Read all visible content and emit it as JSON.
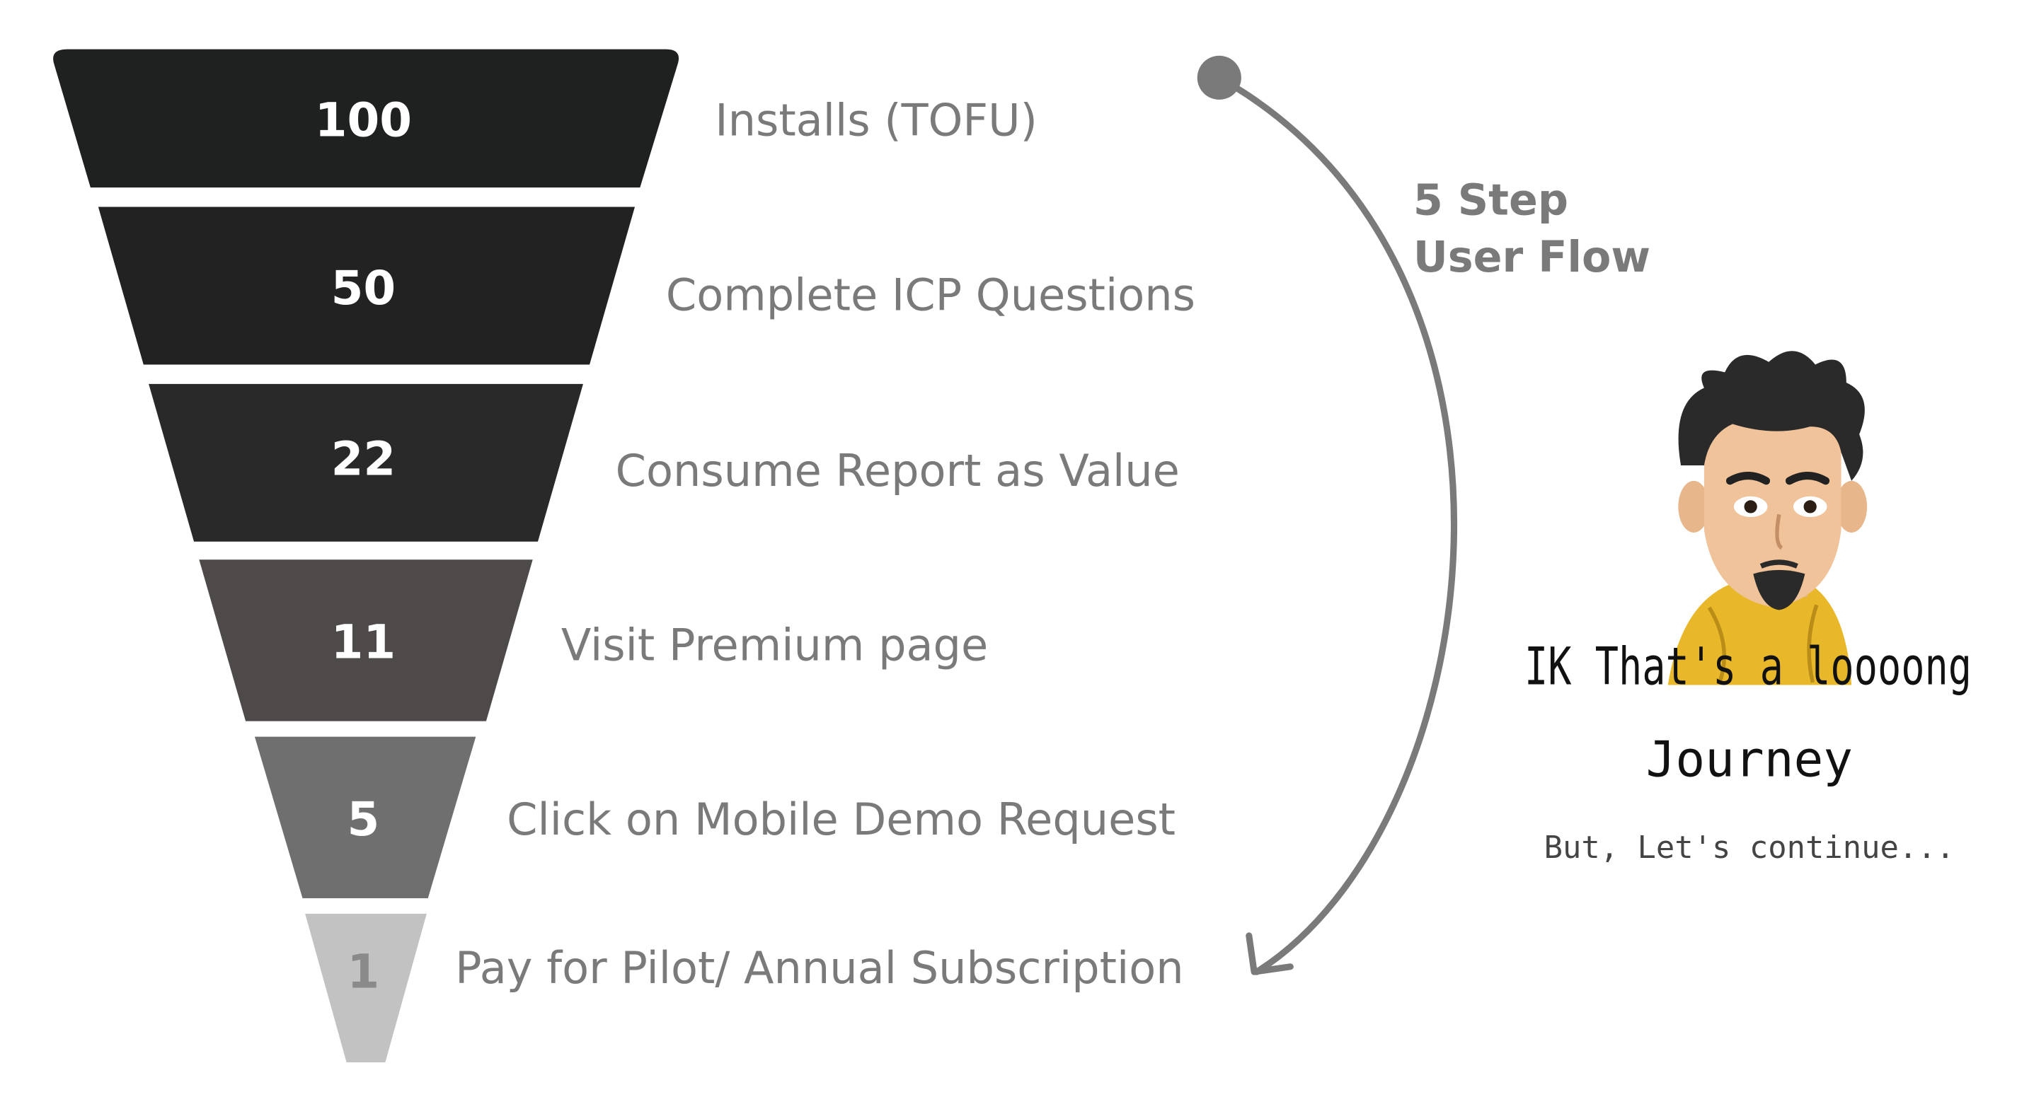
{
  "funnel": {
    "segments": [
      {
        "value": "100",
        "label": "Installs (TOFU)",
        "fill": "#1f2020",
        "text_color": "#ffffff"
      },
      {
        "value": "50",
        "label": "Complete ICP Questions",
        "fill": "#222222",
        "text_color": "#ffffff"
      },
      {
        "value": "22",
        "label": "Consume Report as Value",
        "fill": "#292929",
        "text_color": "#ffffff"
      },
      {
        "value": "11",
        "label": "Visit Premium page",
        "fill": "#4d4a49",
        "text_color": "#ffffff"
      },
      {
        "value": "5",
        "label": "Click on Mobile Demo Request",
        "fill": "#6f6f6f",
        "text_color": "#ffffff"
      },
      {
        "value": "1",
        "label": "Pay for Pilot/ Annual Subscription",
        "fill": "#c2c2c2",
        "text_color": "#8a8a8a"
      }
    ]
  },
  "flow": {
    "title_line1": "5 Step",
    "title_line2": "User Flow",
    "arrow_color": "#7a7a7a"
  },
  "callout": {
    "line1": "IK That's a loooong",
    "line2": "Journey",
    "line3": "But, Let's continue...",
    "avatar": "avatar-illustration"
  }
}
